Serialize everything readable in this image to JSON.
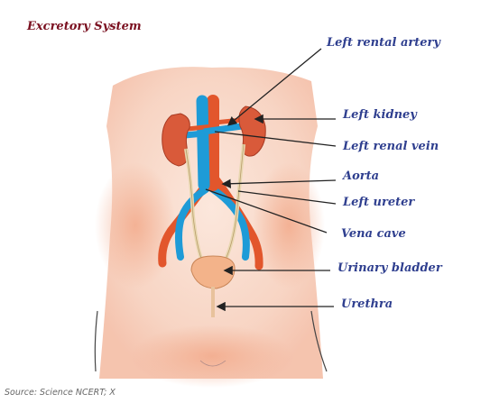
{
  "title": "Excretory System",
  "source": "Source: Science NCERT; X",
  "labels": {
    "left_rental_artery": "Left rental artery",
    "left_kidney": "Left kidney",
    "left_renal_vein": "Left renal vein",
    "aorta": "Aorta",
    "left_ureter": "Left ureter",
    "vena_cave": "Vena cave",
    "urinary_bladder": "Urinary bladder",
    "urethra": "Urethra"
  },
  "colors": {
    "title": "#7a1020",
    "label": "#2f3f8f",
    "kidney": "#d95a3a",
    "artery": "#e2562c",
    "vein": "#1e9bd7",
    "bladder": "#f3b38a",
    "skin": "#f6c9b5"
  }
}
